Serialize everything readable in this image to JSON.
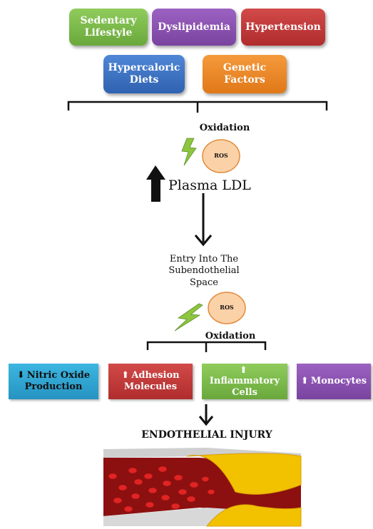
{
  "risk_factors": [
    {
      "label": "Sedentary Lifestyle",
      "color": "#79b94a"
    },
    {
      "label": "Dyslipidemia",
      "color": "#8a52b0"
    },
    {
      "label": "Hypertension",
      "color": "#c33a3a"
    },
    {
      "label": "Hypercaloric Diets",
      "color": "#3d74c6"
    },
    {
      "label": "Genetic Factors",
      "color": "#f08a2a"
    }
  ],
  "oxidation_top": "Oxidation",
  "ros_top": "ROS",
  "plasma_ldl": "Plasma LDL",
  "entry_text": "Entry Into The Subendothelial Space",
  "ros_bottom": "ROS",
  "oxidation_bottom": "Oxidation",
  "effects": [
    {
      "label": "Nitric Oxide Production",
      "color": "#2ea9d6",
      "direction": "down"
    },
    {
      "label": "Adhesion Molecules",
      "color": "#c33a3a",
      "direction": "up"
    },
    {
      "label": "Inflammatory Cells",
      "color": "#79b94a",
      "direction": "up"
    },
    {
      "label": "Monocytes",
      "color": "#8a52b0",
      "direction": "up"
    }
  ],
  "endothelial_injury": "ENDOTHELIAL INJURY",
  "colors": {
    "ros_fill": "#fbd2a8",
    "ros_stroke": "#e38a3a",
    "lightning": "#8cc63f",
    "plaque": "#f2c200",
    "blood_cell": "#d02020"
  },
  "arrow_glyphs": {
    "up": "⬆",
    "down": "⬇"
  }
}
